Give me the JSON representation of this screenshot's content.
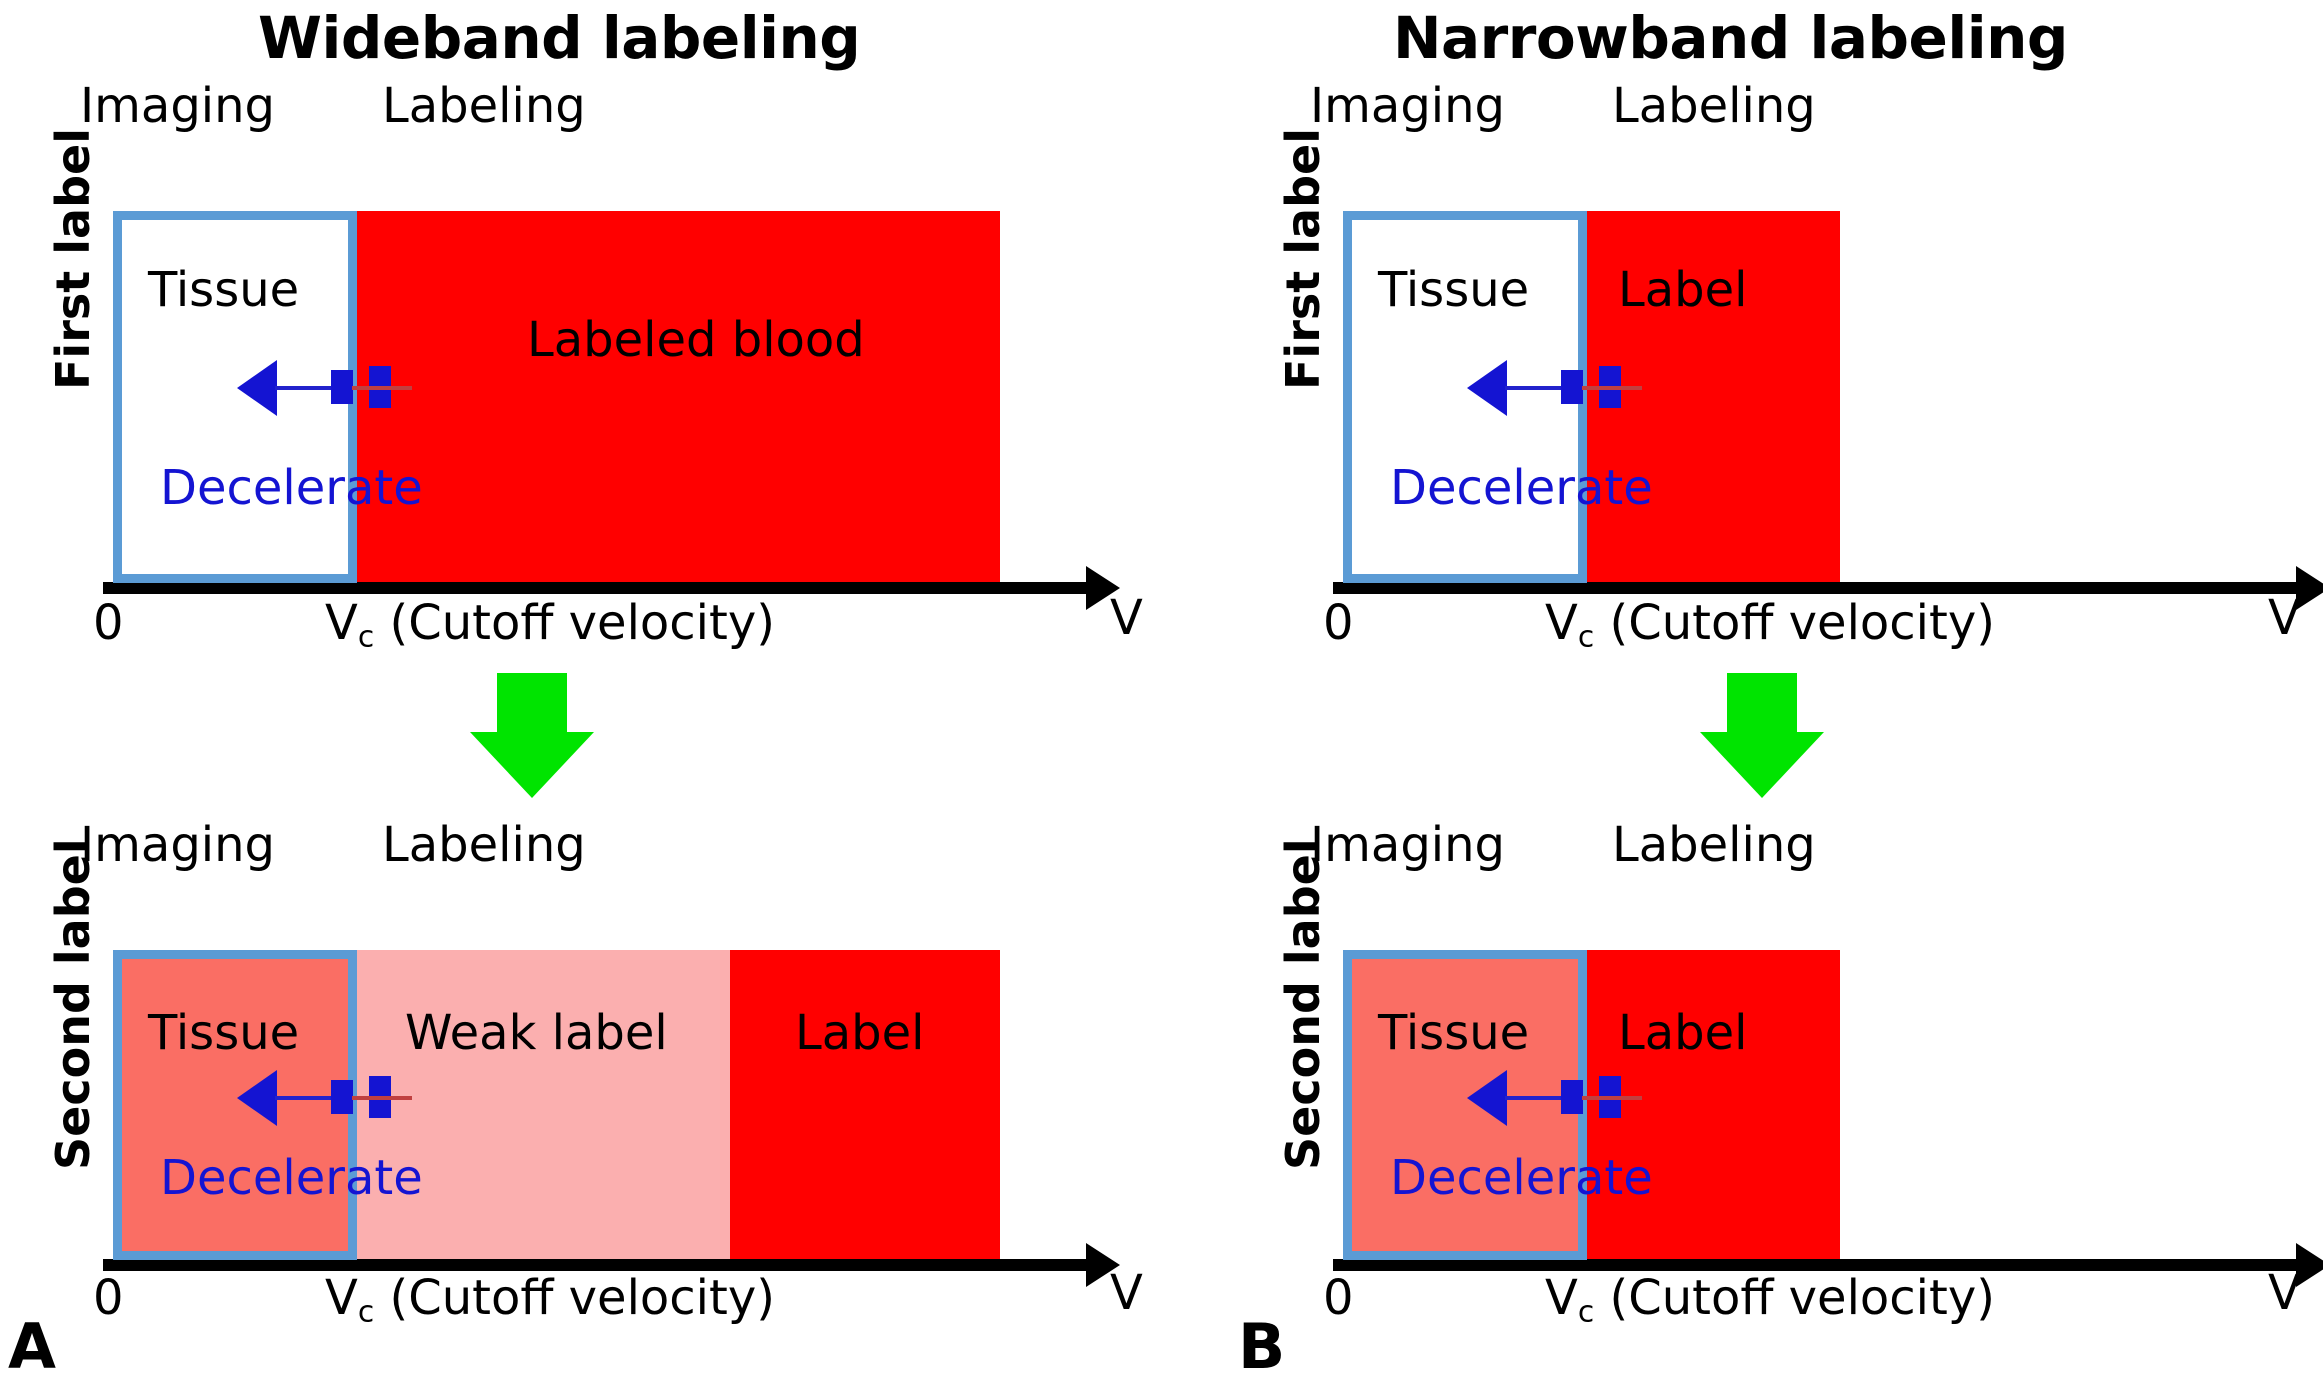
{
  "figure": {
    "panels": [
      {
        "letter": "A",
        "title": "Wideband labeling",
        "rows": [
          {
            "row_label": "First label",
            "headers": {
              "imaging": "Imaging",
              "labeling": "Labeling"
            },
            "blocks": [
              {
                "label": "Tissue",
                "color": "#FFFFFF"
              },
              {
                "label": "Labeled blood",
                "color": "#FF0000"
              }
            ],
            "marker_text": "Decelerate",
            "axis": {
              "zero": "0",
              "cutoff_v": "V",
              "cutoff_sub": "c",
              "cutoff_rest": "(Cutoff velocity)",
              "velocity": "V"
            }
          },
          {
            "row_label": "Second label",
            "headers": {
              "imaging": "Imaging",
              "labeling": "Labeling"
            },
            "blocks": [
              {
                "label": "Tissue",
                "color": "#FA6E64"
              },
              {
                "label": "Weak label",
                "color": "#FBAFAF"
              },
              {
                "label": "Label",
                "color": "#FF0000"
              }
            ],
            "marker_text": "Decelerate",
            "axis": {
              "zero": "0",
              "cutoff_v": "V",
              "cutoff_sub": "c",
              "cutoff_rest": "(Cutoff velocity)",
              "velocity": "V"
            }
          }
        ]
      },
      {
        "letter": "B",
        "title": "Narrowband labeling",
        "rows": [
          {
            "row_label": "First label",
            "headers": {
              "imaging": "Imaging",
              "labeling": "Labeling"
            },
            "blocks": [
              {
                "label": "Tissue",
                "color": "#FFFFFF"
              },
              {
                "label": "Label",
                "color": "#FF0000"
              }
            ],
            "marker_text": "Decelerate",
            "axis": {
              "zero": "0",
              "cutoff_v": "V",
              "cutoff_sub": "c",
              "cutoff_rest": "(Cutoff velocity)",
              "velocity": "V"
            }
          },
          {
            "row_label": "Second label",
            "headers": {
              "imaging": "Imaging",
              "labeling": "Labeling"
            },
            "blocks": [
              {
                "label": "Tissue",
                "color": "#FA6E64"
              },
              {
                "label": "Label",
                "color": "#FF0000"
              }
            ],
            "marker_text": "Decelerate",
            "axis": {
              "zero": "0",
              "cutoff_v": "V",
              "cutoff_sub": "c",
              "cutoff_rest": "(Cutoff velocity)",
              "velocity": "V"
            }
          }
        ]
      }
    ],
    "transition_arrow": {
      "name": "green-down-arrow",
      "color": "#00E400"
    },
    "colors": {
      "label_red": "#FF0000",
      "tissue_salmon": "#FA6E64",
      "weak_label_pink": "#FBAFAF",
      "imaging_frame_blue": "#5B9BD5",
      "marker_blue": "#1414D2",
      "background": "#FFFFFF"
    }
  }
}
